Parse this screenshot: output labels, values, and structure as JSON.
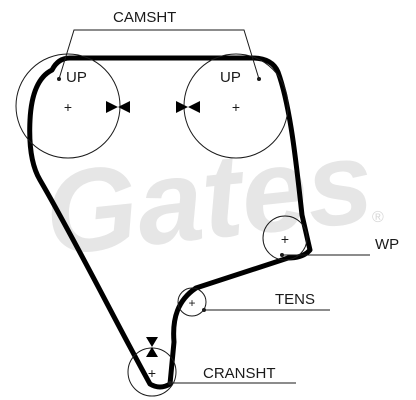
{
  "labels": {
    "camshaft": "CAMSHT",
    "up_left": "UP",
    "up_right": "UP",
    "water_pump": "WP",
    "tensioner": "TENS",
    "crankshaft": "CRANSHT"
  },
  "watermark": {
    "text": "Gates",
    "registered_mark": "®"
  },
  "colors": {
    "line": "#1a1a1a",
    "belt": "#000000",
    "watermark": "#e6e6e6",
    "background": "#ffffff"
  }
}
